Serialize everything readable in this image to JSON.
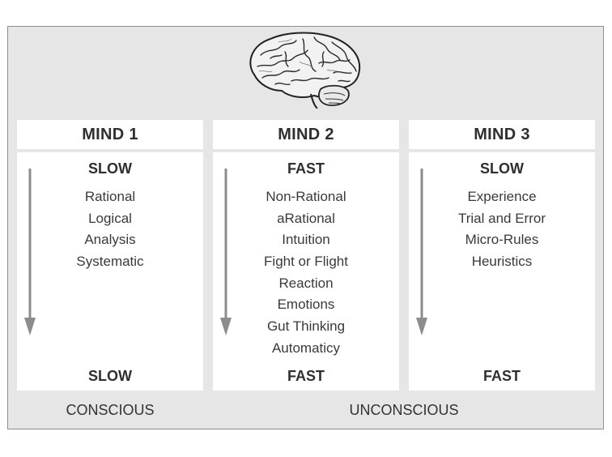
{
  "columns": [
    {
      "title": "MIND 1",
      "top_speed": "SLOW",
      "bottom_speed": "SLOW",
      "items": [
        "Rational",
        "Logical",
        "Analysis",
        "Systematic"
      ]
    },
    {
      "title": "MIND 2",
      "top_speed": "FAST",
      "bottom_speed": "FAST",
      "items": [
        "Non-Rational",
        "aRational",
        "Intuition",
        "Fight or Flight",
        "Reaction",
        "Emotions",
        "Gut Thinking",
        "Automaticy"
      ]
    },
    {
      "title": "MIND 3",
      "top_speed": "SLOW",
      "bottom_speed": "FAST",
      "items": [
        "Experience",
        "Trial and Error",
        "Micro-Rules",
        "Heuristics"
      ]
    }
  ],
  "footer": {
    "left": "CONSCIOUS",
    "right": "UNCONSCIOUS"
  },
  "colors": {
    "frame_bg": "#e6e6e6",
    "panel_bg": "#ffffff",
    "arrow": "#8c8c8c"
  },
  "icons": {
    "header": "brain-icon",
    "column_marker": "down-arrow-icon"
  }
}
